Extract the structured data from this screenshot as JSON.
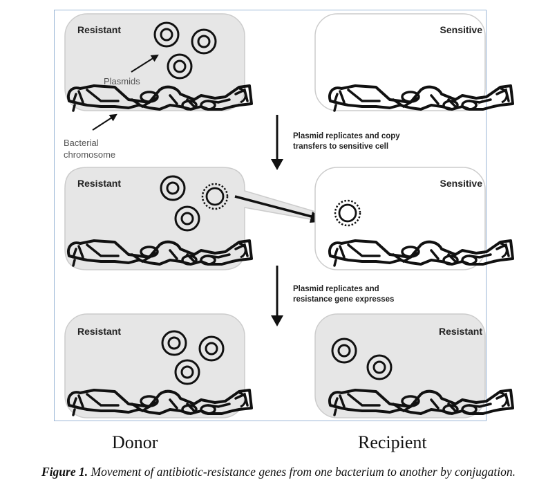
{
  "figure": {
    "cells": [
      {
        "row": 1,
        "column": "donor",
        "label": "Resistant",
        "fill": "#e6e6e6",
        "plasmids": 3,
        "transferring_plasmid": false
      },
      {
        "row": 1,
        "column": "recipient",
        "label": "Sensitive",
        "fill": "#ffffff",
        "plasmids": 0,
        "transferring_plasmid": false
      },
      {
        "row": 2,
        "column": "donor",
        "label": "Resistant",
        "fill": "#e6e6e6",
        "plasmids": 2,
        "transferring_plasmid": true
      },
      {
        "row": 2,
        "column": "recipient",
        "label": "Sensitive",
        "fill": "#ffffff",
        "plasmids": 0,
        "transferring_plasmid": true
      },
      {
        "row": 3,
        "column": "donor",
        "label": "Resistant",
        "fill": "#e6e6e6",
        "plasmids": 3,
        "transferring_plasmid": false
      },
      {
        "row": 3,
        "column": "recipient",
        "label": "Resistant",
        "fill": "#e6e6e6",
        "plasmids": 2,
        "transferring_plasmid": false
      }
    ],
    "annotations": {
      "plasmids": "Plasmids",
      "chromosome_line1": "Bacterial",
      "chromosome_line2": "chromosome"
    },
    "steps": [
      {
        "line1": "Plasmid replicates and copy",
        "line2": "transfers to sensitive cell"
      },
      {
        "line1": "Plasmid replicates and",
        "line2": "resistance gene expresses"
      }
    ],
    "columns": {
      "donor": "Donor",
      "recipient": "Recipient"
    },
    "caption": {
      "label": "Figure 1.",
      "text": " Movement of antibiotic-resistance genes from one bacterium to another by conjugation."
    },
    "colors": {
      "frame_border": "#9bb6d6",
      "cell_outline": "#cccccc",
      "resistant_fill": "#e6e6e6",
      "ink": "#111111"
    }
  }
}
